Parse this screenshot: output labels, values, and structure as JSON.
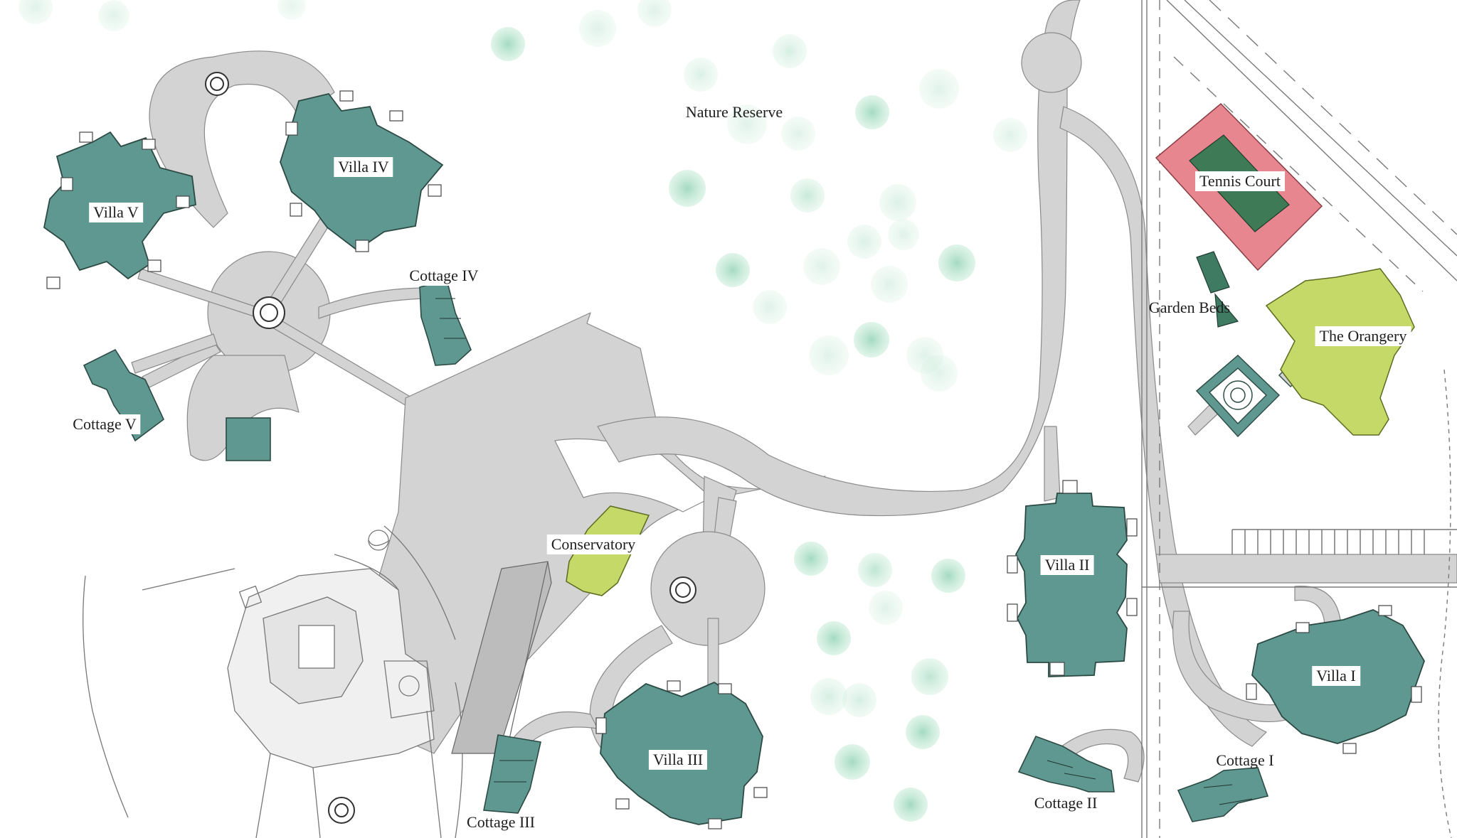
{
  "map": {
    "labels": {
      "nature_reserve": "Nature Reserve",
      "villa_i": "Villa I",
      "villa_ii": "Villa II",
      "villa_iii": "Villa III",
      "villa_iv": "Villa IV",
      "villa_v": "Villa V",
      "cottage_i": "Cottage I",
      "cottage_ii": "Cottage II",
      "cottage_iii": "Cottage III",
      "cottage_iv": "Cottage IV",
      "cottage_v": "Cottage V",
      "tennis_court": "Tennis Court",
      "garden_beds": "Garden Beds",
      "the_orangery": "The Orangery",
      "conservatory": "Conservatory"
    },
    "colors": {
      "road": "#d3d3d3",
      "building": "#5e9890",
      "building_outline": "#2c4a44",
      "light_green": "#c4d968",
      "tennis_surround": "#e7868f",
      "tennis_court": "#3e7a55",
      "tree": "#a8dcc3",
      "line": "#555555"
    }
  }
}
